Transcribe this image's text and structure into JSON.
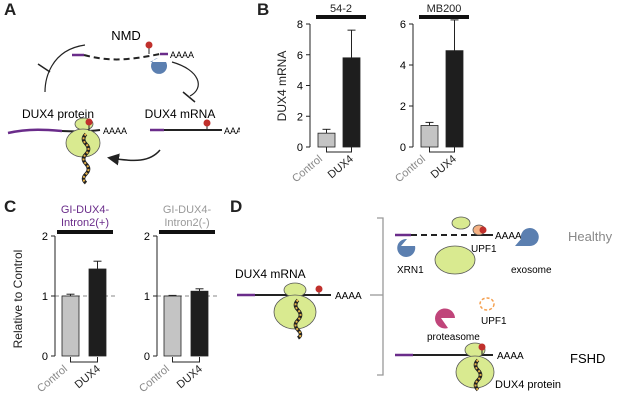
{
  "panels": {
    "a": "A",
    "b": "B",
    "c": "C",
    "d": "D"
  },
  "panel_a": {
    "nmd": "NMD",
    "protein": "DUX4 protein",
    "mrna": "DUX4 mRNA",
    "polyA": "AAAA"
  },
  "panel_d": {
    "mrna": "DUX4 mRNA",
    "polyA": "AAAA",
    "upf1": "UPF1",
    "xrn1": "XRN1",
    "exosome": "exosome",
    "proteasome": "proteasome",
    "healthy": "Healthy",
    "fshd": "FSHD",
    "protein": "DUX4 protein"
  },
  "colors": {
    "control": "#c4c4c4",
    "dux4": "#1e1e1e",
    "intron_pos": "#6a2c8a",
    "intron_neg": "#999999",
    "ribosome": "#d9ea90",
    "ubiq": "#c0302c",
    "enzyme": "#5b7fb0",
    "proteasome": "#c0457a",
    "upf1": "#f4b183"
  },
  "chart_data": [
    {
      "type": "bar",
      "title": "54-2",
      "ylabel": "DUX4 mRNA",
      "categories": [
        "Control",
        "DUX4"
      ],
      "values": [
        0.9,
        5.8
      ],
      "errors": [
        0.25,
        1.8
      ],
      "ylim": [
        0,
        8
      ],
      "yticks": [
        0,
        2,
        4,
        6,
        8
      ]
    },
    {
      "type": "bar",
      "title": "MB200",
      "ylabel": "",
      "categories": [
        "Control",
        "DUX4"
      ],
      "values": [
        1.05,
        4.7
      ],
      "errors": [
        0.15,
        1.5
      ],
      "ylim": [
        0,
        6
      ],
      "yticks": [
        0,
        2,
        4,
        6
      ]
    },
    {
      "type": "bar",
      "title": "GI-DUX4-\nIntron2(+)",
      "ylabel": "Relative to Control",
      "categories": [
        "Control",
        "DUX4"
      ],
      "values": [
        1.0,
        1.45
      ],
      "errors": [
        0.03,
        0.13
      ],
      "ylim": [
        0,
        2
      ],
      "yticks": [
        0,
        1,
        2
      ]
    },
    {
      "type": "bar",
      "title": "GI-DUX4-\nIntron2(-)",
      "ylabel": "",
      "categories": [
        "Control",
        "DUX4"
      ],
      "values": [
        1.0,
        1.08
      ],
      "errors": [
        0.01,
        0.04
      ],
      "ylim": [
        0,
        2
      ],
      "yticks": [
        0,
        1,
        2
      ]
    }
  ]
}
